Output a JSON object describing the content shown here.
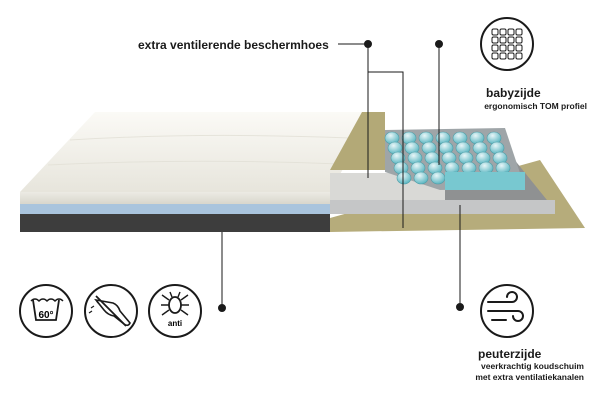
{
  "labels": {
    "cover": "extra ventilerende beschermhoes",
    "baby_side_title": "babyzijde",
    "baby_side_subtitle": "ergonomisch TOM profiel",
    "toddler_side_title": "peuterzijde",
    "toddler_side_line1": "veerkrachtig koudschuim",
    "toddler_side_line2": "met extra ventilatiekanalen"
  },
  "care_icons": [
    {
      "name": "wash-60-icon",
      "text": "60°"
    },
    {
      "name": "no-hand-wash-icon",
      "text": ""
    },
    {
      "name": "anti-mite-icon",
      "text": "anti"
    }
  ],
  "icons": {
    "baby": "pocket-spring-grid-icon",
    "toddler": "airflow-icon"
  },
  "colors": {
    "cover": "#f1f0ea",
    "stripe_blue": "#a9c4dd",
    "base_dark": "#3b3b3b",
    "gold": "#b6ac7b",
    "foam_grey": "#c5c6c7",
    "spring_teal": "#78c8d0",
    "line": "#1a1a1a"
  }
}
